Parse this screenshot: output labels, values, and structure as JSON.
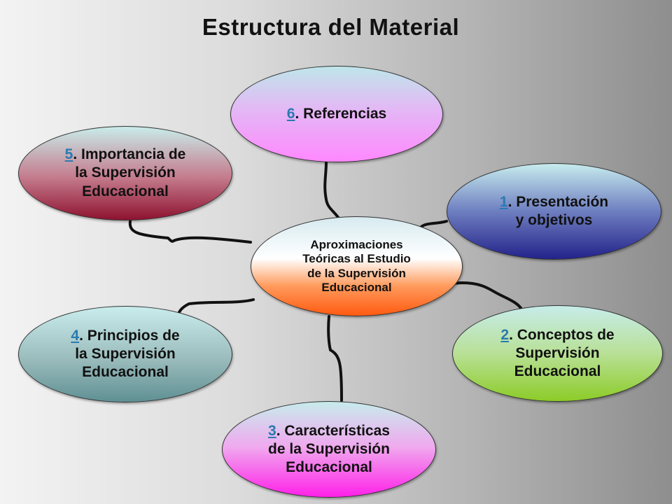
{
  "title": "Estructura del Material",
  "center": {
    "label": "Aproximaciones\nTeóricas al Estudio\nde la Supervisión\nEducacional"
  },
  "nodes": {
    "n1": {
      "num": "1",
      "label": ". Presentación\ny objetivos"
    },
    "n2": {
      "num": "2",
      "label": ". Conceptos de\nSupervisión\nEducacional"
    },
    "n3": {
      "num": "3",
      "label": ". Características\nde la Supervisión\nEducacional"
    },
    "n4": {
      "num": "4",
      "label": ". Principios de\nla Supervisión\nEducacional"
    },
    "n5": {
      "num": "5",
      "label": ". Importancia de\nla Supervisión\nEducacional"
    },
    "n6": {
      "num": "6",
      "label": ". Referencias"
    }
  },
  "colors": {
    "link": "#2a7ab0",
    "connector": "#111111"
  }
}
